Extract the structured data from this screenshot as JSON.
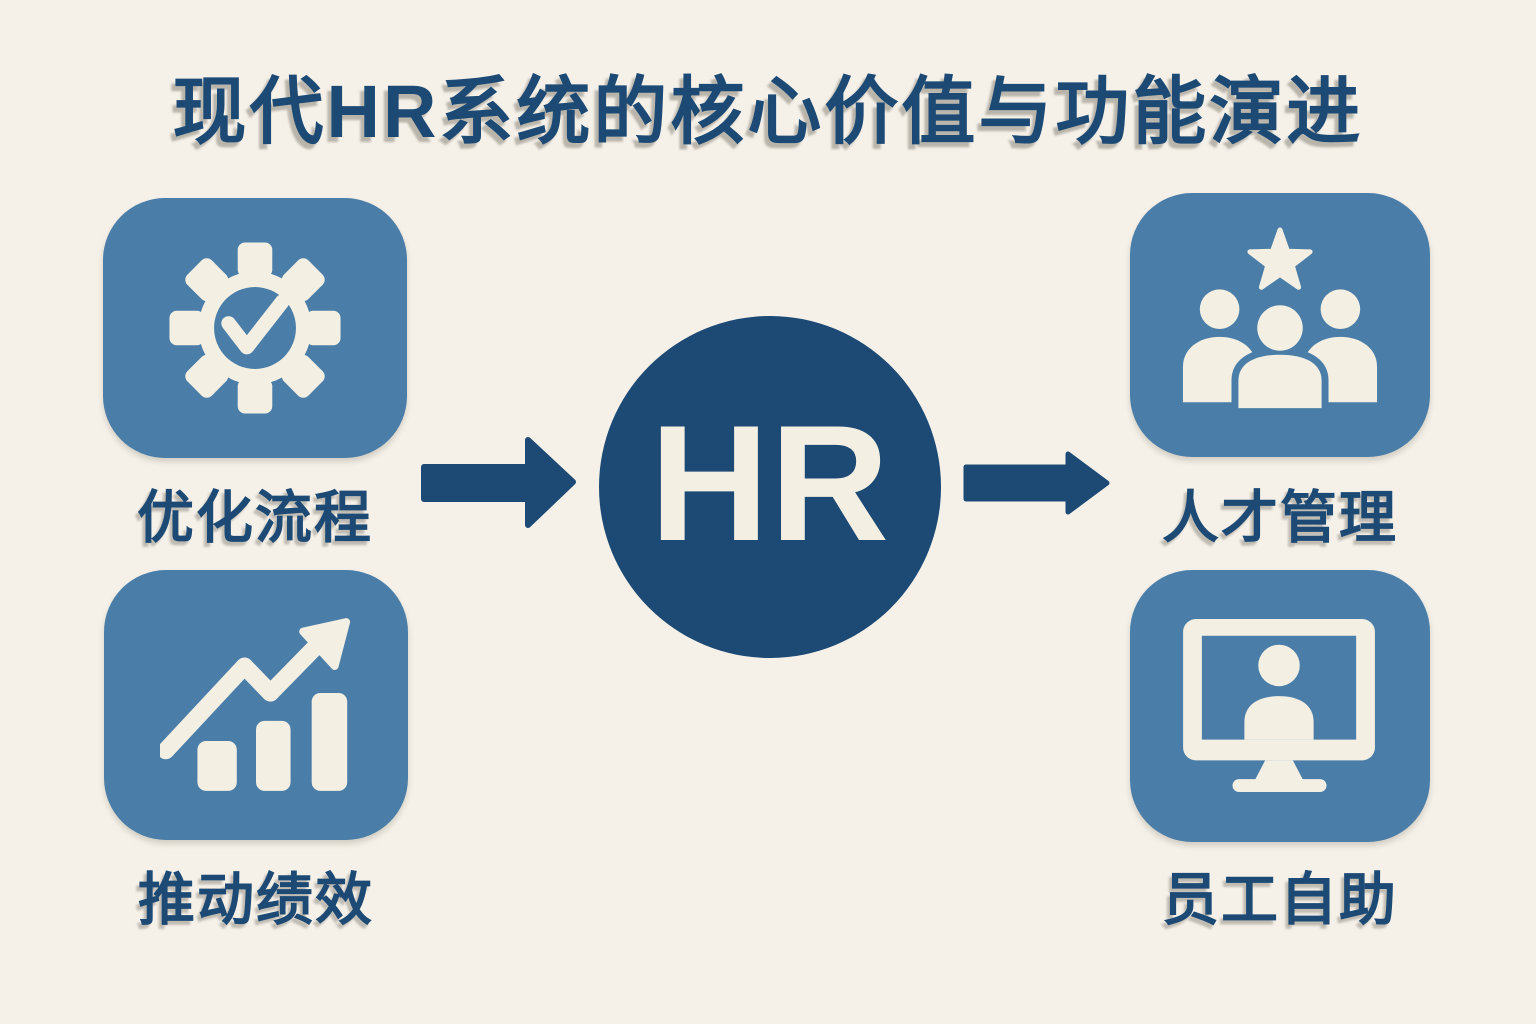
{
  "title": "现代HR系统的核心价值与功能演进",
  "center": {
    "label": "HR"
  },
  "cards": {
    "optimize": {
      "label": "优化流程",
      "icon": "gear-check-icon"
    },
    "performance": {
      "label": "推动绩效",
      "icon": "growth-chart-icon"
    },
    "talent": {
      "label": "人才管理",
      "icon": "team-star-icon"
    },
    "selfservice": {
      "label": "员工自助",
      "icon": "monitor-user-icon"
    }
  },
  "arrows": [
    {
      "name": "inputs-to-hr",
      "direction": "right"
    },
    {
      "name": "hr-to-outputs",
      "direction": "right"
    }
  ],
  "colors": {
    "background": "#f5f1e9",
    "card_blue": "#4a7ea9",
    "navy": "#1c4a74",
    "cream": "#f3efe3"
  }
}
